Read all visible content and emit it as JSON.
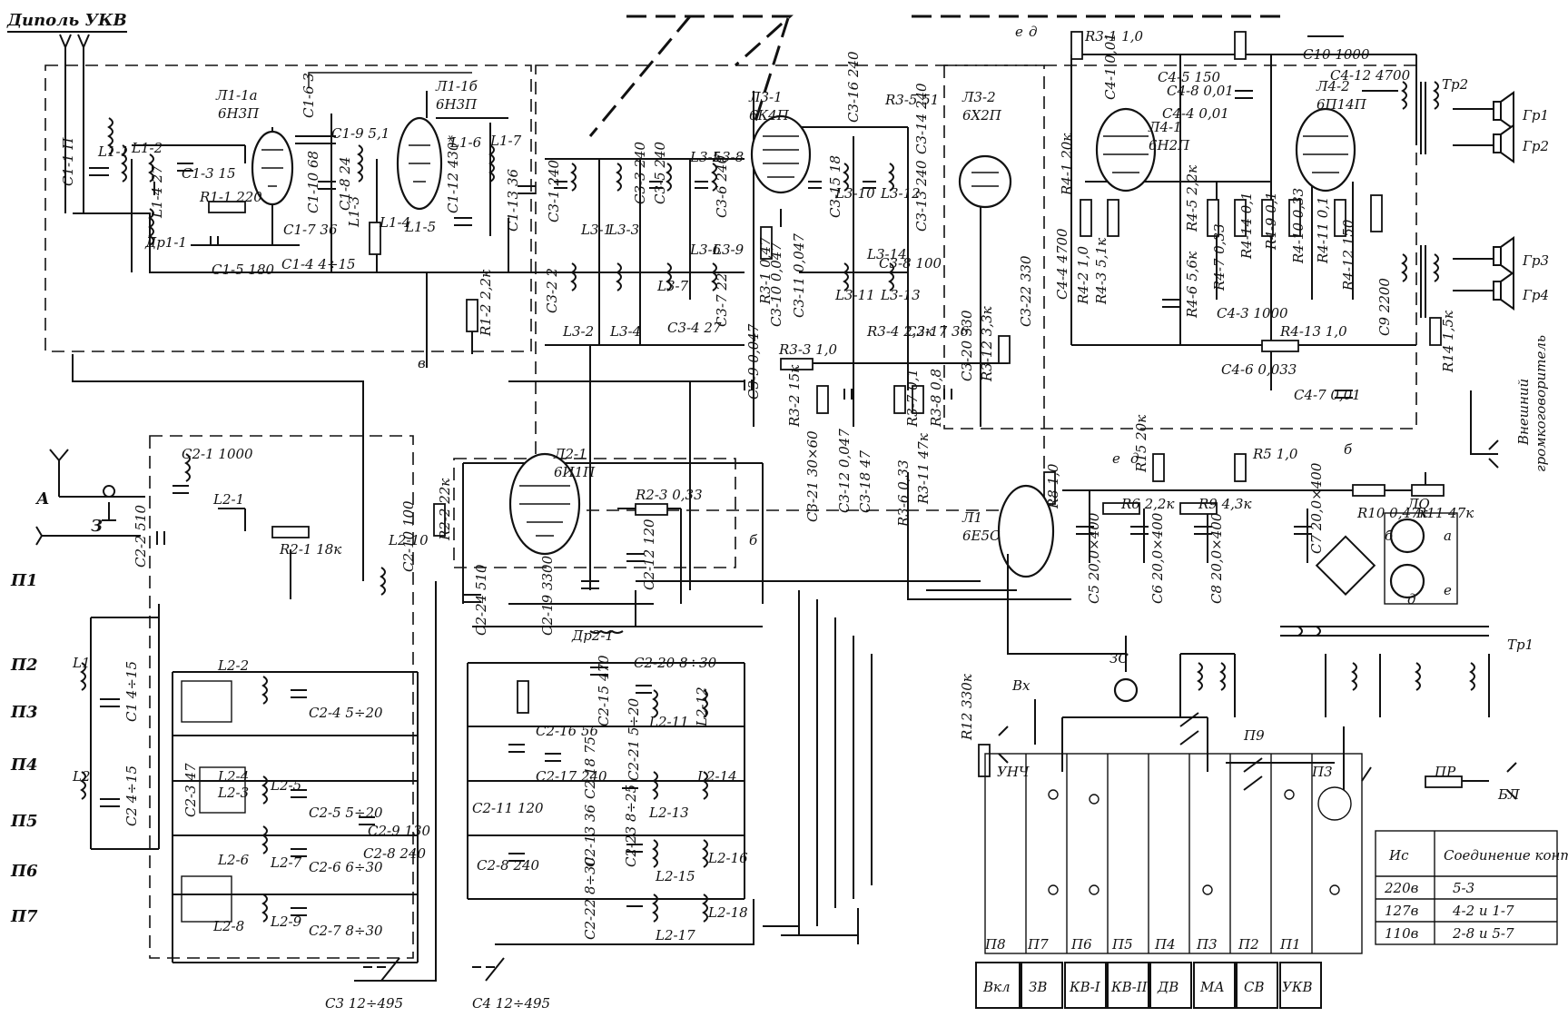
{
  "header": {
    "dipole_label": "Диполь УКВ"
  },
  "left_labels": {
    "antenna": "А",
    "ground": "З",
    "switches": [
      "П1",
      "П2",
      "П3",
      "П4",
      "П5",
      "П6",
      "П7"
    ]
  },
  "tubes": [
    {
      "ref": "Л1-1а",
      "type": "6Н3П"
    },
    {
      "ref": "Л1-1б",
      "type": "6Н3П"
    },
    {
      "ref": "Л3-1",
      "type": "6К4П"
    },
    {
      "ref": "Л3-2",
      "type": "6Х2П"
    },
    {
      "ref": "Л4-1",
      "type": "6Н2П"
    },
    {
      "ref": "Л4-2",
      "type": "6П14П"
    },
    {
      "ref": "Л2-1",
      "type": "6И1П"
    },
    {
      "ref": "Л1",
      "type": "6Е5С"
    }
  ],
  "components": {
    "top": [
      "С1-1 П",
      "L1-1",
      "L1-2",
      "С1-3 15",
      "L1-4 27",
      "R1-1 220",
      "Др1-1",
      "С1-5 180",
      "С1-6 3",
      "С1-7 36",
      "С1-8 24",
      "С1-9 5,1",
      "С1-10 68",
      "С1-4 4÷15",
      "L1-3",
      "L1-4",
      "L1-5",
      "L1-6",
      "L1-7",
      "С1-12 430*",
      "С1-13 36",
      "R1-2 2,2к"
    ],
    "if": [
      "С3-1 240",
      "С3-2 2",
      "L3-1",
      "L3-2",
      "L3-3",
      "L3-4",
      "С3-3 240",
      "С3-5 240",
      "L3-5",
      "L3-6",
      "L3-7",
      "С3-4 27",
      "С3-6 240",
      "С3-7 22",
      "L3-8",
      "L3-9",
      "R3-1 0,47",
      "С3-9 0,047",
      "R3-3 1,0",
      "R3-2 15к",
      "С3-10 0,047",
      "С3-11 0,047",
      "L3-10",
      "L3-11",
      "L3-12",
      "L3-13",
      "L3-14",
      "R3-5 51",
      "С3-14 240",
      "С3-13 240",
      "С3-15 18",
      "С3-16 240",
      "С3-17 36",
      "С3-8 100",
      "R3-4 2,2к",
      "R3-7 0,1",
      "R3-8 0,8",
      "С3-20 330",
      "R3-12 3,3к",
      "С3-22 330",
      "R3-11 47к",
      "R3-6 0,33",
      "С3-18 47",
      "С3-12 0,047",
      "С3-21 30×60"
    ],
    "audio": [
      "R3-1 1,0",
      "С10 1000",
      "С4-1 0,01",
      "С4-5 150",
      "С4-8 0,01",
      "С4-4 0,01",
      "С4-12 4700",
      "R4-1 20к",
      "С4-4 4700",
      "R4-2 1,0",
      "R4-3 5,1к",
      "R4-5 2,2к",
      "R4-6 5,6к",
      "R4-7 0,33",
      "R4-14 0,1",
      "R4-9 0,1",
      "R4-10 0,33",
      "R4-11 0,1",
      "R4-12 150",
      "С4-3 1000",
      "R4-13 1,0",
      "С4-6 0,033",
      "С4-7 0,01",
      "R15 20к",
      "R5 1,0",
      "С9 2200",
      "R14 1,5к",
      "Тр2",
      "Гр1",
      "Гр2",
      "Гр3",
      "Гр4"
    ],
    "mixer": [
      "С2-1 1000",
      "С2-2 510",
      "L2-1",
      "R2-1 18к",
      "R2-2 22к",
      "R2-3 0,33",
      "С2-12 120",
      "С2-24 510",
      "С2-19 3300",
      "Др2-1",
      "С2-10 100",
      "L2-10"
    ],
    "power": [
      "R6 2,2к",
      "R9 4,3к",
      "R8 1,0",
      "С5 20,0×400",
      "С6 20,0×400",
      "С8 20,0×400",
      "С7 20,0×400",
      "R10 0,47к",
      "R11 47к",
      "ЛО",
      "Тр1",
      "R12 330к",
      "ЗС",
      "Вх",
      "УНЧ",
      "П9",
      "П3",
      "ПР"
    ],
    "osc_bank": [
      "L2-2",
      "L2-3",
      "L2-4",
      "L2-5",
      "L2-6",
      "L2-7",
      "L2-8",
      "L2-9",
      "С2-3 47",
      "С2-4 5÷20",
      "С2-5 5÷20",
      "С2-6 6÷30",
      "С2-7 8÷30",
      "С2-8 240",
      "С2-9 130"
    ],
    "het_bank": [
      "С2-15 470",
      "С2-20 8÷30",
      "L2-11",
      "L2-12",
      "С2-16 56",
      "С2-17 240",
      "С2-11 120",
      "С2-18 75",
      "С2-21 5÷20",
      "L2-13",
      "L2-14",
      "С2-8 240",
      "С2-13 36",
      "С2-23 8÷25",
      "L2-15",
      "L2-16",
      "С2-22 8÷30",
      "L2-17",
      "L2-18"
    ],
    "left": [
      "L1",
      "С1 4÷15",
      "L2",
      "С2 4÷15",
      "С3 12÷495",
      "С4 12÷495"
    ]
  },
  "speaker": {
    "label_1": "Внешний",
    "label_2": "громкоговоритель"
  },
  "outputs": [
    "е",
    "д",
    "б",
    "в",
    "а",
    "ЗВ",
    "БЛ"
  ],
  "buttons": [
    "Вкл",
    "ЗВ",
    "КВ-I",
    "КВ-II",
    "ДВ",
    "МА",
    "СВ",
    "УКВ"
  ],
  "button_switches": [
    "П8",
    "П7",
    "П6",
    "П5",
    "П4",
    "П3",
    "П2",
    "П1"
  ],
  "mains_table": {
    "headers": [
      "Ис",
      "Соединение контактов"
    ],
    "rows": [
      {
        "v": "220в",
        "c": "5-3"
      },
      {
        "v": "127в",
        "c": "4-2 и 1-7"
      },
      {
        "v": "110в",
        "c": "2-8 и 5-7"
      }
    ]
  }
}
